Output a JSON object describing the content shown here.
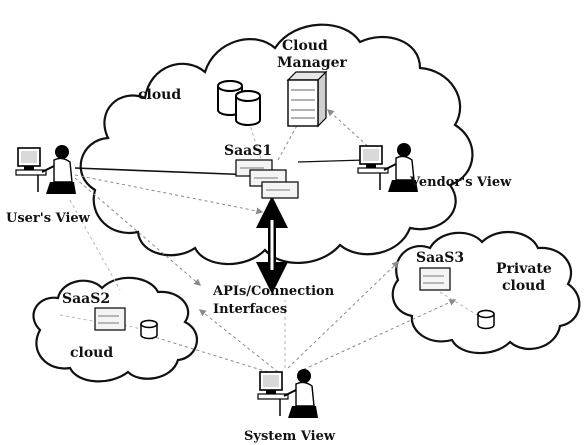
{
  "labels": {
    "cloud_manager_line1": "Cloud",
    "cloud_manager_line2": "Manager",
    "main_cloud": "cloud",
    "saas1": "SaaS1",
    "users_view": "User's View",
    "vendors_view": "Vendor's View",
    "saas2": "SaaS2",
    "saas2_cloud": "cloud",
    "apis_line1": "APIs/Connection",
    "apis_line2": "Interfaces",
    "saas3": "SaaS3",
    "private_cloud_line1": "Private",
    "private_cloud_line2": "cloud",
    "system_view": "System View"
  }
}
